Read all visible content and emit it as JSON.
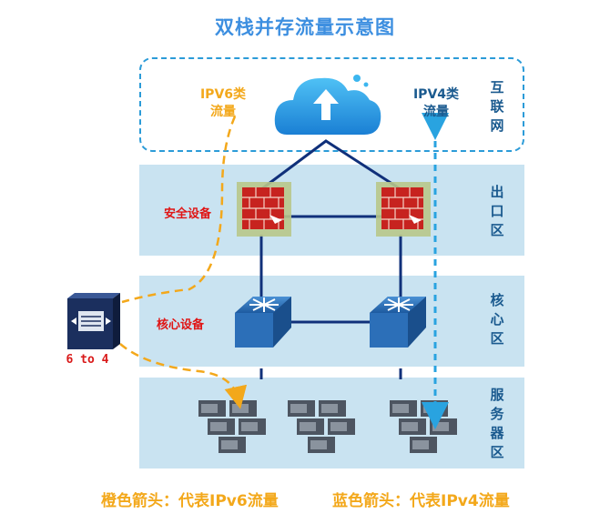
{
  "title": "双栈并存流量示意图",
  "zones": {
    "internet": "互联网",
    "egress": "出口区",
    "core": "核心区",
    "server": "服务器区"
  },
  "labels": {
    "ipv6_traffic": [
      "IPV6类",
      "流量"
    ],
    "ipv4_traffic": [
      "IPV4类",
      "流量"
    ],
    "security_device": "安全设备",
    "core_device": "核心设备",
    "converter": "6 to 4"
  },
  "legend": {
    "orange": "橙色箭头：代表IPv6流量",
    "blue": "蓝色箭头：代表IPv4流量"
  },
  "colors": {
    "ipv6_arrow": "#f3a81b",
    "ipv4_arrow": "#29a3e0",
    "zone_fill": "#c9e3f1",
    "link": "#10307a"
  },
  "icons": [
    "cloud-upload-icon",
    "firewall-icon",
    "core-switch-icon",
    "server-stack-icon",
    "converter-icon"
  ]
}
